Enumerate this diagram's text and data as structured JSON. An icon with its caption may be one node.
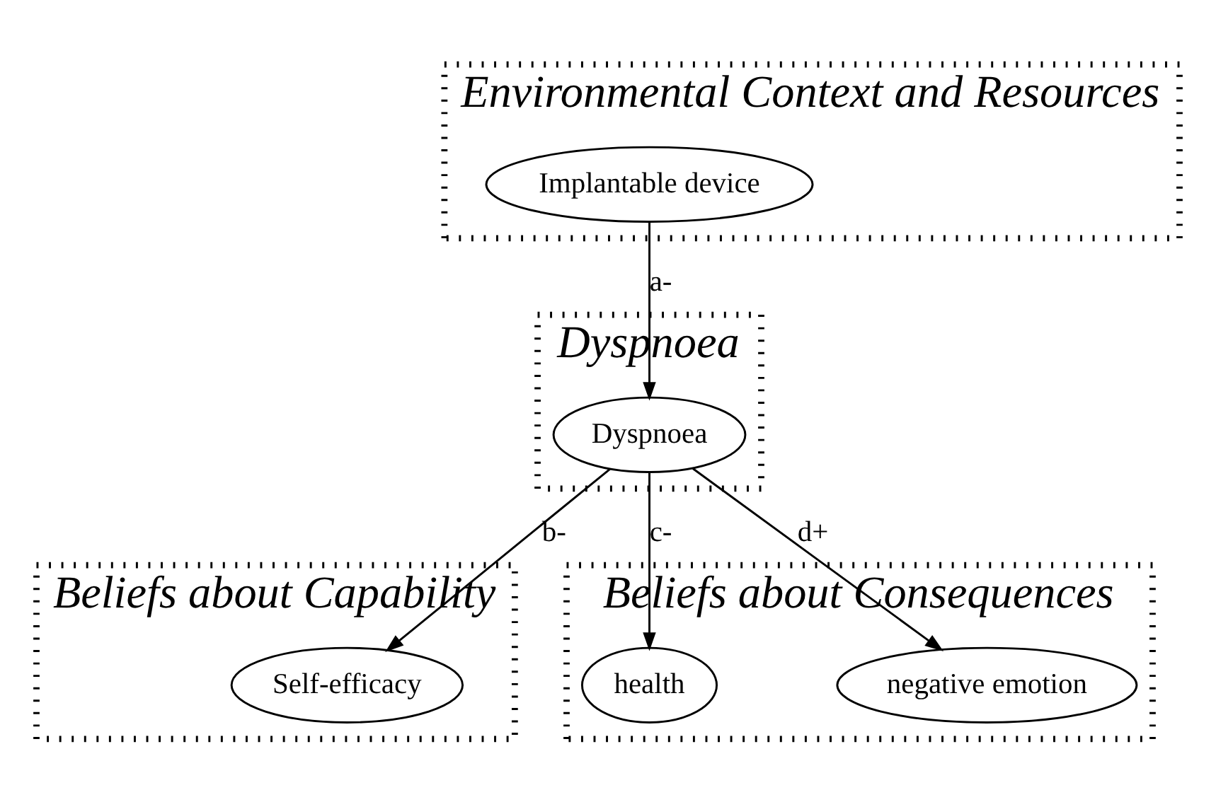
{
  "diagram": {
    "nodes": [
      {
        "text": [
          "Environmental Context and Resources"
        ]
      },
      {
        "text": [
          "Implantable device"
        ],
        "in": 0
      },
      {
        "text": [
          "Dyspnoea"
        ]
      },
      {
        "text": [
          "Dyspnoea"
        ],
        "in": 2
      },
      {
        "text": [
          "Beliefs about Capability"
        ]
      },
      {
        "text": [
          "Self-efficacy"
        ],
        "in": 4
      },
      {
        "text": [
          "Beliefs about Consequences"
        ]
      },
      {
        "text": [
          "health"
        ],
        "in": 6
      },
      {
        "text": [
          "negative emotion"
        ],
        "in": 6
      }
    ],
    "edges": [
      {
        "from": 1,
        "to": 3,
        "arrow": "to",
        "label": "a-"
      },
      {
        "from": 3,
        "to": 5,
        "arrow": "to",
        "label": "b-"
      },
      {
        "from": 3,
        "to": 7,
        "arrow": "to",
        "label": "c-"
      },
      {
        "from": 3,
        "to": 8,
        "arrow": "to",
        "label": "d+"
      }
    ]
  }
}
